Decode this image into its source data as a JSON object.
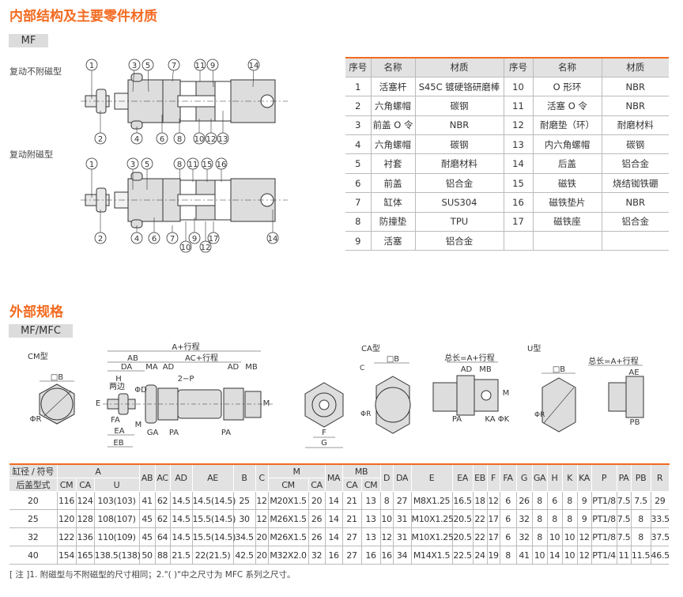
{
  "section1": {
    "title": "内部结构及主要零件材质",
    "tag": "MF",
    "label_nonmag": "复动不附磁型",
    "label_mag": "复动附磁型",
    "callouts_nonmag": [
      "1",
      "3",
      "5",
      "7",
      "11",
      "9",
      "14",
      "2",
      "4",
      "6",
      "8",
      "10",
      "12",
      "13"
    ],
    "callouts_mag": [
      "1",
      "3",
      "5",
      "8",
      "11",
      "15",
      "16",
      "2",
      "4",
      "6",
      "7",
      "9",
      "10",
      "12",
      "17",
      "14"
    ]
  },
  "parts_table": {
    "headers": [
      "序号",
      "名称",
      "材质",
      "序号",
      "名称",
      "材质"
    ],
    "rows": [
      [
        "1",
        "活塞杆",
        "S45C 镀硬铬研磨棒",
        "10",
        "O 形环",
        "NBR"
      ],
      [
        "2",
        "六角螺帽",
        "碳钢",
        "11",
        "活塞 O 令",
        "NBR"
      ],
      [
        "3",
        "前盖 O 令",
        "NBR",
        "12",
        "耐磨垫（环）",
        "耐磨材料"
      ],
      [
        "4",
        "六角螺帽",
        "碳钢",
        "13",
        "内六角螺帽",
        "碳钢"
      ],
      [
        "5",
        "衬套",
        "耐磨材料",
        "14",
        "后盖",
        "铝合金"
      ],
      [
        "6",
        "前盖",
        "铝合金",
        "15",
        "磁铁",
        "烧结铷铁硼"
      ],
      [
        "7",
        "缸体",
        "SUS304",
        "16",
        "磁铁垫片",
        "NBR"
      ],
      [
        "8",
        "防撞垫",
        "TPU",
        "17",
        "磁铁座",
        "铝合金"
      ],
      [
        "9",
        "活塞",
        "铝合金",
        "",
        "",
        ""
      ]
    ]
  },
  "section2": {
    "title": "外部规格",
    "tag": "MF/MFC",
    "cm_type": "CM型",
    "ca_type": "CA型",
    "u_type": "U型",
    "dim_labels": {
      "a_stroke": "A+行程",
      "ab": "AB",
      "ac_stroke": "AC+行程",
      "da": "DA",
      "ma": "MA",
      "ad": "AD",
      "mb": "MB",
      "h": "H",
      "two_p": "2−P",
      "both_sides": "两边",
      "phi_d": "ΦD",
      "e": "E",
      "fa": "FA",
      "ea": "EA",
      "eb": "EB",
      "m": "M",
      "ga": "GA",
      "pa": "PA",
      "f": "F",
      "g": "G",
      "sq_b": "□B",
      "phi_r": "ΦR",
      "c": "C",
      "total": "总长=A+行程",
      "ka": "KA",
      "phi_k": "ΦK",
      "ae": "AE",
      "pb": "PB"
    }
  },
  "dims_table": {
    "header_top": [
      "缸径 / 符号",
      "A",
      "AB",
      "AC",
      "AD",
      "AE",
      "B",
      "C",
      "M",
      "MA",
      "MB",
      "D",
      "DA",
      "E",
      "EA",
      "EB",
      "F",
      "FA",
      "G",
      "GA",
      "H",
      "K",
      "KA",
      "P",
      "PA",
      "PB",
      "R"
    ],
    "header_sub": [
      "后盖型式",
      "CM",
      "CA",
      "U",
      "CM",
      "CA",
      "CA",
      "CM"
    ],
    "rows": [
      [
        "20",
        "116",
        "124",
        "103(103)",
        "41",
        "62",
        "14.5",
        "14.5(14.5)",
        "25",
        "12",
        "M20X1.5",
        "20",
        "14",
        "21",
        "13",
        "8",
        "27",
        "M8X1.25",
        "16.5",
        "18",
        "12",
        "6",
        "26",
        "8",
        "6",
        "8",
        "9",
        "PT1/8",
        "7.5",
        "7.5",
        "29"
      ],
      [
        "25",
        "120",
        "128",
        "108(107)",
        "45",
        "62",
        "14.5",
        "15.5(14.5)",
        "30",
        "12",
        "M26X1.5",
        "26",
        "14",
        "21",
        "13",
        "10",
        "31",
        "M10X1.25",
        "20.5",
        "22",
        "17",
        "6",
        "32",
        "8",
        "8",
        "8",
        "9",
        "PT1/8",
        "7.5",
        "8",
        "33.5"
      ],
      [
        "32",
        "122",
        "136",
        "110(109)",
        "45",
        "64",
        "14.5",
        "15.5(14.5)",
        "34.5",
        "20",
        "M26X1.5",
        "26",
        "14",
        "27",
        "13",
        "12",
        "31",
        "M10X1.25",
        "20.5",
        "22",
        "17",
        "6",
        "32",
        "8",
        "10",
        "10",
        "12",
        "PT1/8",
        "7.5",
        "8",
        "37.5"
      ],
      [
        "40",
        "154",
        "165",
        "138.5(138)",
        "50",
        "88",
        "21.5",
        "22(21.5)",
        "42.5",
        "20",
        "M32X2.0",
        "32",
        "16",
        "27",
        "16",
        "16",
        "34",
        "M14X1.5",
        "22.5",
        "24",
        "19",
        "8",
        "41",
        "10",
        "14",
        "10",
        "12",
        "PT1/4",
        "11",
        "11.5",
        "46.5"
      ]
    ]
  },
  "note": "[ 注 ]1. 附磁型与不附磁型的尺寸相同；2.\"(  )\"中之尺寸为 MFC 系列之尺寸。"
}
